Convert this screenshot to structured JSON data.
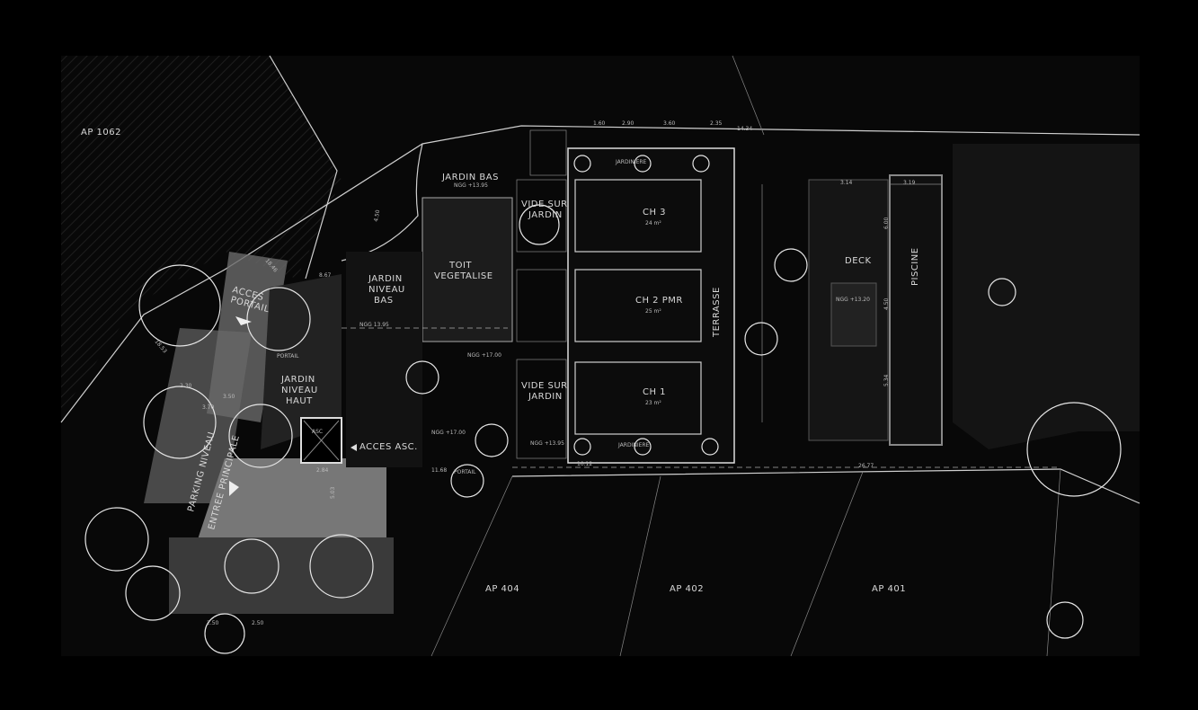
{
  "plots": {
    "ap1062": "AP 1062",
    "ap404": "AP 404",
    "ap402": "AP 402",
    "ap401": "AP 401"
  },
  "zones": {
    "jardin_bas": "JARDIN BAS",
    "jardin_bas_ngg": "NGG +13.95",
    "vide_top_1": "VIDE SUR",
    "vide_top_2": "JARDIN",
    "vide_bot_1": "VIDE SUR",
    "vide_bot_2": "JARDIN",
    "toit_1": "TOIT",
    "toit_2": "VEGETALISE",
    "jnb_1": "JARDIN",
    "jnb_2": "NIVEAU",
    "jnb_3": "BAS",
    "jnb_ngg": "NGG 13.95",
    "ngg_17a": "NGG +17.00",
    "ngg_17b": "NGG +17.00",
    "ngg_1395b": "NGG +13.95",
    "jnh_1": "JARDIN",
    "jnh_2": "NIVEAU",
    "jnh_3": "HAUT",
    "acces_portail_1": "ACCES",
    "acces_portail_2": "PORTAIL",
    "portail_top": "PORTAIL",
    "portail_bot": "PORTAIL",
    "asc": "ASC",
    "acces_asc": "ACCES ASC.",
    "parking": "PARKING NIVEAU",
    "entree": "ENTREE PRINCIPALE",
    "jardiniere_top": "JARDINIERE",
    "jardiniere_bot": "JARDINIERE",
    "terrasse": "TERRASSE",
    "deck": "DECK",
    "piscine": "PISCINE",
    "deck_ngg": "NGG +13.20"
  },
  "rooms": [
    {
      "name": "CH 3",
      "area": "24 m²"
    },
    {
      "name": "CH 2 PMR",
      "area": "25 m²"
    },
    {
      "name": "CH 1",
      "area": "23 m²"
    }
  ],
  "dimensions": {
    "total": "26.77",
    "width_house": "10.12",
    "d1168": "11.68",
    "d284": "2.84",
    "d503": "5.03",
    "d314": "3.14",
    "d319": "3.19",
    "d600": "6.00",
    "d450": "4.50",
    "d534": "5.34",
    "d250a": "2.50",
    "d250b": "2.50",
    "d230": "2.30",
    "d350": "3.50",
    "d370": "3.70",
    "d450b": "4.50",
    "d867": "8.67",
    "d1846": "18.46",
    "d1853": "18.53",
    "top1": "1.60",
    "top2": "2.90",
    "top3": "3.60",
    "top4": "2.35",
    "top5": "14.34"
  }
}
